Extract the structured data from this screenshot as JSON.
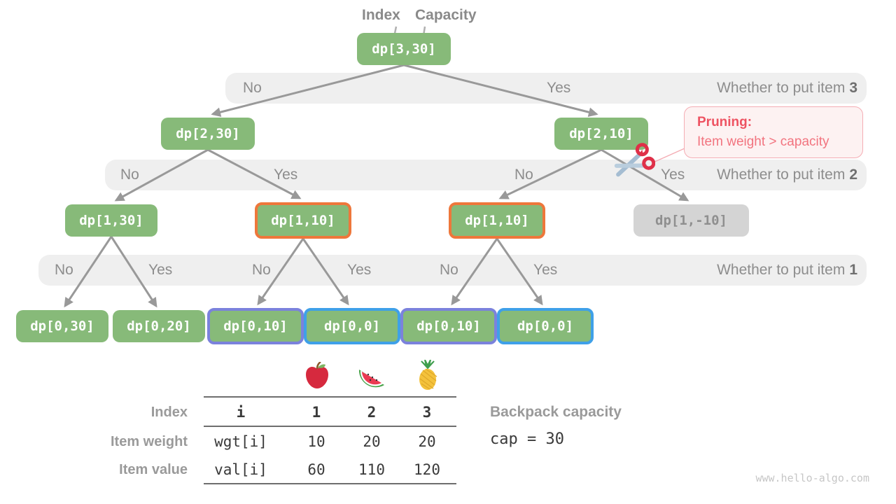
{
  "header": {
    "index_label": "Index",
    "capacity_label": "Capacity"
  },
  "tree": {
    "nodes": [
      {
        "id": "root",
        "label": "dp[3,30]",
        "state": "normal"
      },
      {
        "id": "n-2-30",
        "label": "dp[2,30]",
        "state": "normal"
      },
      {
        "id": "n-2-10",
        "label": "dp[2,10]",
        "state": "normal"
      },
      {
        "id": "n-1-30",
        "label": "dp[1,30]",
        "state": "normal"
      },
      {
        "id": "n-1-10-a",
        "label": "dp[1,10]",
        "state": "highlight-orange"
      },
      {
        "id": "n-1-10-b",
        "label": "dp[1,10]",
        "state": "highlight-orange"
      },
      {
        "id": "n-1-neg10",
        "label": "dp[1,-10]",
        "state": "pruned-gray"
      },
      {
        "id": "n-0-30",
        "label": "dp[0,30]",
        "state": "normal"
      },
      {
        "id": "n-0-20",
        "label": "dp[0,20]",
        "state": "normal"
      },
      {
        "id": "n-0-10-a",
        "label": "dp[0,10]",
        "state": "highlight-purple"
      },
      {
        "id": "n-0-0-a",
        "label": "dp[0,0]",
        "state": "highlight-blue"
      },
      {
        "id": "n-0-10-b",
        "label": "dp[0,10]",
        "state": "highlight-purple"
      },
      {
        "id": "n-0-0-b",
        "label": "dp[0,0]",
        "state": "highlight-blue"
      }
    ]
  },
  "bands": [
    {
      "choices": [
        "No",
        "Yes"
      ],
      "title_prefix": "Whether to put item",
      "item_number": "3"
    },
    {
      "choices": [
        "No",
        "Yes",
        "No",
        "Yes"
      ],
      "title_prefix": "Whether to put item",
      "item_number": "2"
    },
    {
      "choices": [
        "No",
        "Yes",
        "No",
        "Yes",
        "No",
        "Yes"
      ],
      "title_prefix": "Whether to put item",
      "item_number": "1"
    }
  ],
  "pruning": {
    "title": "Pruning:",
    "detail": "Item weight > capacity"
  },
  "table": {
    "fruit_icons": [
      "apple-icon",
      "watermelon-icon",
      "pineapple-icon"
    ],
    "row_labels": [
      "Index",
      "Item weight",
      "Item value"
    ],
    "index_row": [
      "i",
      "1",
      "2",
      "3"
    ],
    "weight_row": [
      "wgt[i]",
      "10",
      "20",
      "20"
    ],
    "value_row": [
      "val[i]",
      "60",
      "110",
      "120"
    ]
  },
  "capacity": {
    "label": "Backpack capacity",
    "value": "cap = 30"
  },
  "watermark": "www.hello-algo.com",
  "icons": {
    "cut": "scissors-icon"
  },
  "colors": {
    "node_green": "#87ba79",
    "pruned_gray": "#d4d4d4",
    "highlight_orange": "#ee773b",
    "highlight_purple": "#7b82dc",
    "highlight_blue": "#3fa0e8",
    "band_gray": "#efefef",
    "edge_gray": "#999999",
    "pruning_red": "#ee5362",
    "pruning_bg": "#fdf2f2"
  }
}
